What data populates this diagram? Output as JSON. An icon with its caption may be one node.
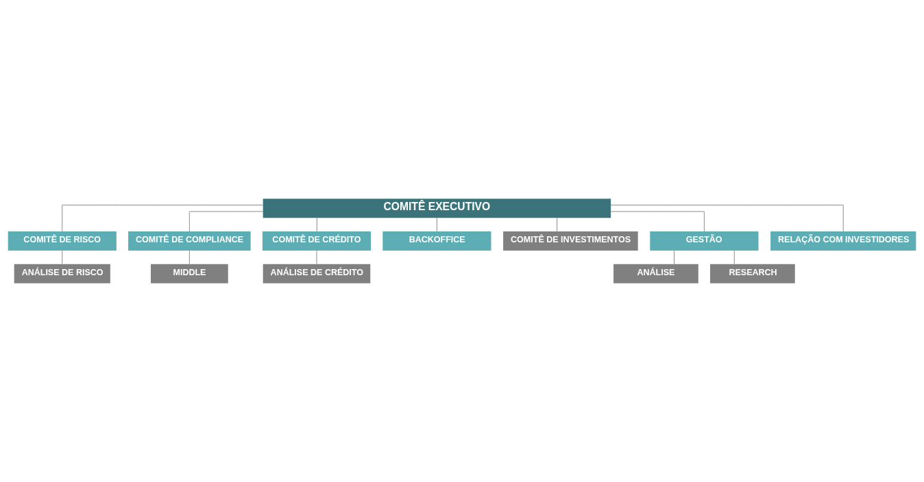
{
  "diagram": {
    "nodes": [
      {
        "text": [
          "COMITÊ EXECUTIVO"
        ]
      },
      {
        "text": [
          "COMITÊ DE RISCO"
        ]
      },
      {
        "text": [
          "ANÁLISE DE RISCO"
        ]
      },
      {
        "text": [
          "COMITÊ DE COMPLIANCE"
        ]
      },
      {
        "text": [
          "MIDDLE"
        ]
      },
      {
        "text": [
          "COMITÊ DE CRÉDITO"
        ]
      },
      {
        "text": [
          "ANÁLISE DE CRÉDITO"
        ]
      },
      {
        "text": [
          "BACKOFFICE"
        ]
      },
      {
        "text": [
          "COMITÊ DE INVESTIMENTOS"
        ]
      },
      {
        "text": [
          "GESTÃO"
        ]
      },
      {
        "text": [
          "ANÁLISE"
        ]
      },
      {
        "text": [
          "RESEARCH"
        ]
      },
      {
        "text": [
          "RELAÇÃO COM INVESTIDORES"
        ]
      }
    ],
    "edges": [
      {
        "from": 0,
        "to": 1,
        "arrow": "none"
      },
      {
        "from": 1,
        "to": 2,
        "arrow": "none"
      },
      {
        "from": 0,
        "to": 3,
        "arrow": "none"
      },
      {
        "from": 3,
        "to": 4,
        "arrow": "none"
      },
      {
        "from": 0,
        "to": 5,
        "arrow": "none"
      },
      {
        "from": 5,
        "to": 6,
        "arrow": "none"
      },
      {
        "from": 0,
        "to": 7,
        "arrow": "none"
      },
      {
        "from": 0,
        "to": 8,
        "arrow": "none"
      },
      {
        "from": 0,
        "to": 9,
        "arrow": "none"
      },
      {
        "from": 9,
        "to": 10,
        "arrow": "none"
      },
      {
        "from": 9,
        "to": 11,
        "arrow": "none"
      },
      {
        "from": 0,
        "to": 12,
        "arrow": "none"
      }
    ]
  }
}
